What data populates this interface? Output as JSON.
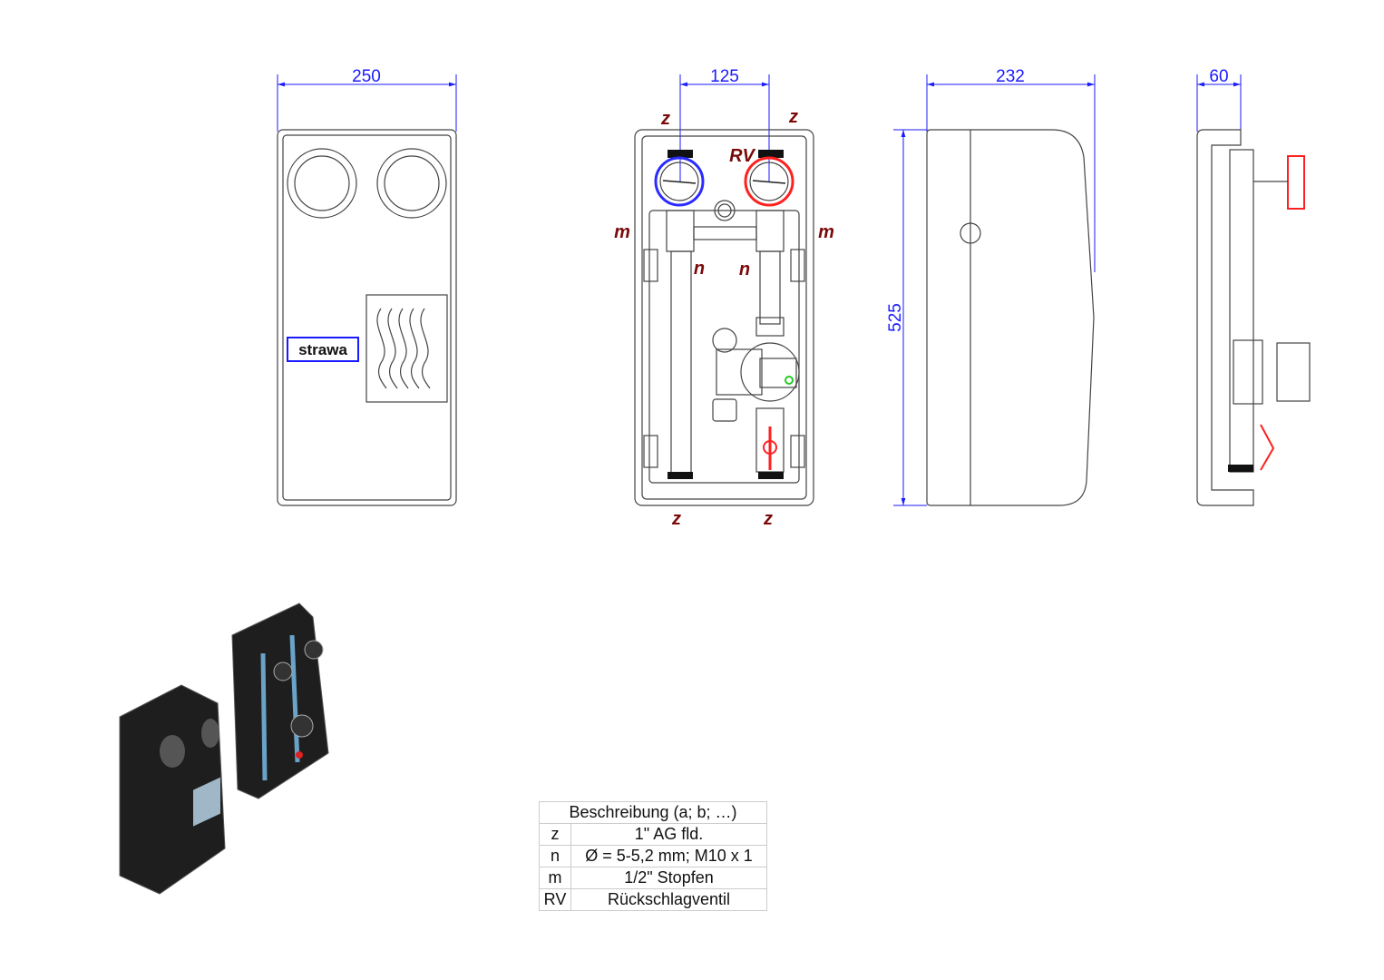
{
  "dimensions": {
    "front_width": "250",
    "pipe_spacing": "125",
    "side_depth": "232",
    "side_depth_small": "60",
    "height": "525"
  },
  "labels": {
    "z": "z",
    "n": "n",
    "m": "m",
    "rv": "RV"
  },
  "logo": "strawa",
  "legend": {
    "header": "Beschreibung (a; b; …)",
    "rows": [
      {
        "key": "z",
        "desc": "1\" AG fld."
      },
      {
        "key": "n",
        "desc": "Ø = 5-5,2 mm; M10 x 1"
      },
      {
        "key": "m",
        "desc": "1/2\" Stopfen"
      },
      {
        "key": "RV",
        "desc": "Rückschlagventil"
      }
    ]
  },
  "colors": {
    "dimension": "#1a1aff",
    "label": "#7a0a0a",
    "cold": "#2b2bff",
    "hot": "#ff2020"
  }
}
